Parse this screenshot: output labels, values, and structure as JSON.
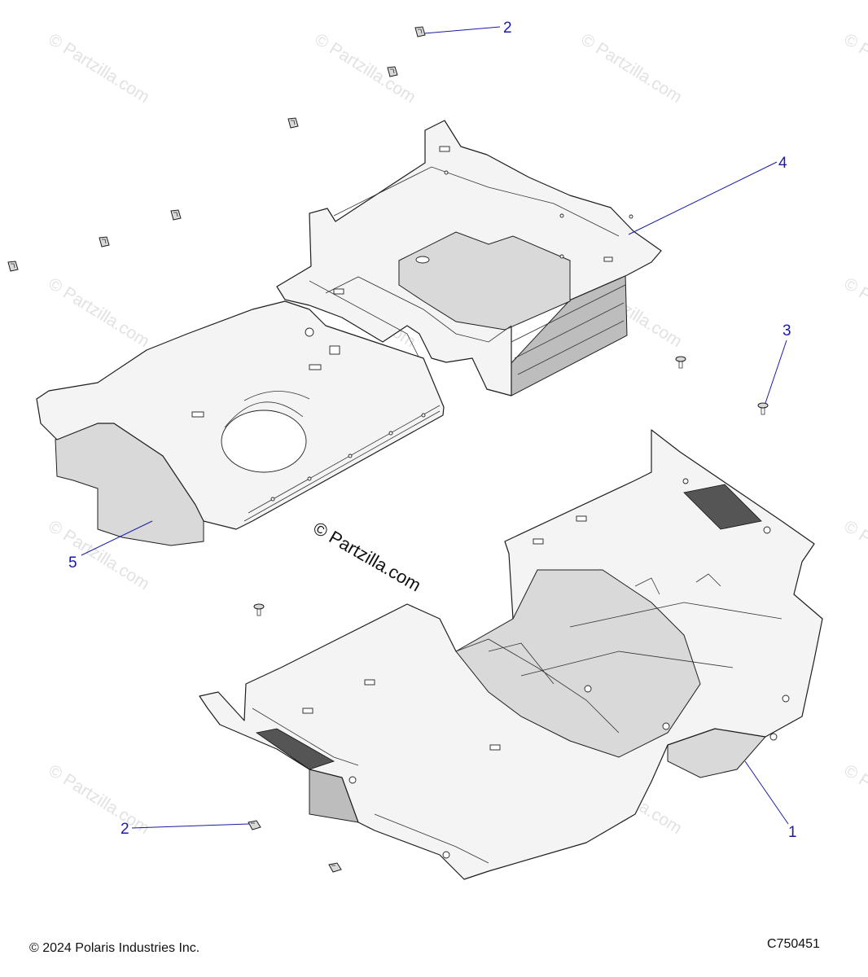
{
  "watermark": {
    "text": "© Partzilla.com",
    "center_text": "© Partzilla.com"
  },
  "callouts": [
    "2",
    "4",
    "3",
    "5",
    "2",
    "1"
  ],
  "footer": {
    "copyright": "© 2024 Polaris Industries Inc.",
    "drawing_number": "C750451"
  }
}
